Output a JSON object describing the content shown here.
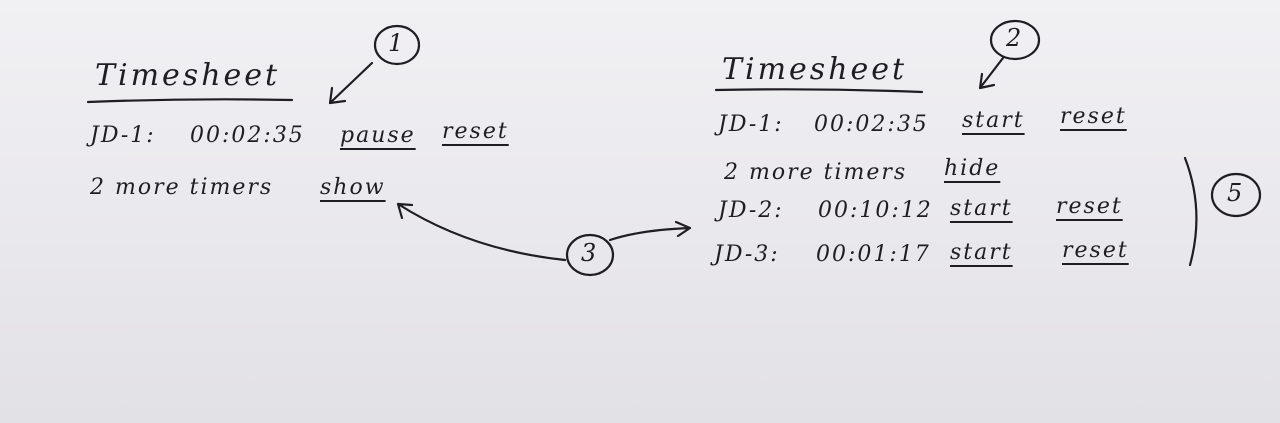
{
  "left_panel": {
    "title": "Timesheet",
    "timer": {
      "label": "JD-1:",
      "time": "00:02:35",
      "pause": "pause",
      "reset": "reset"
    },
    "more": {
      "text": "2 more timers",
      "action": "show"
    }
  },
  "right_panel": {
    "title": "Timesheet",
    "timers": [
      {
        "label": "JD-1:",
        "time": "00:02:35",
        "start": "start",
        "reset": "reset"
      },
      {
        "label": "JD-2:",
        "time": "00:10:12",
        "start": "start",
        "reset": "reset"
      },
      {
        "label": "JD-3:",
        "time": "00:01:17",
        "start": "start",
        "reset": "reset"
      }
    ],
    "more": {
      "text": "2 more timers",
      "action": "hide"
    }
  },
  "annotations": [
    "1",
    "2",
    "3",
    "5"
  ]
}
